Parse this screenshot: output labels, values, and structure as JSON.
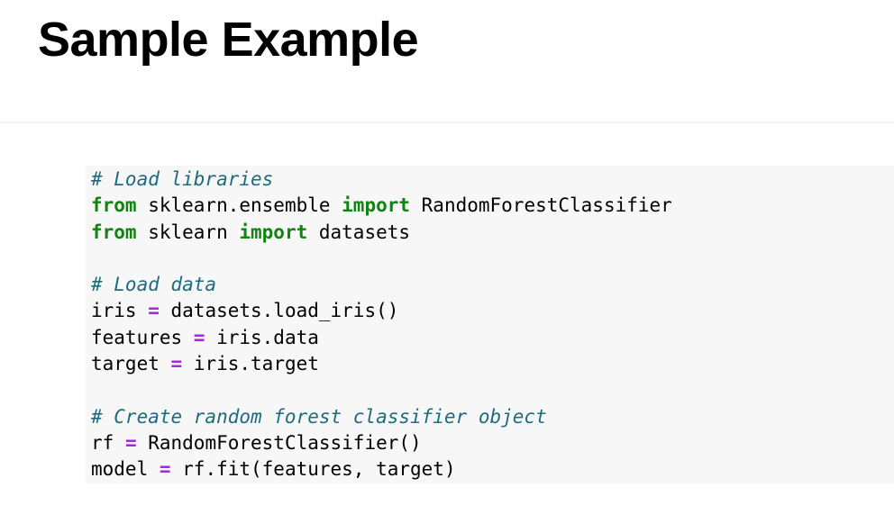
{
  "title": "Sample Example",
  "code": {
    "comment_libraries": "# Load libraries",
    "kw_from_1": "from",
    "text_sklearn_ensemble": " sklearn.ensemble ",
    "kw_import_1": "import",
    "text_rfc_import": " RandomForestClassifier",
    "kw_from_2": "from",
    "text_sklearn": " sklearn ",
    "kw_import_2": "import",
    "text_datasets": " datasets",
    "comment_data": "# Load data",
    "var_iris": "iris ",
    "op_eq_1": "=",
    "expr_load_iris": " datasets.load_iris()",
    "var_features": "features ",
    "op_eq_2": "=",
    "expr_iris_data": " iris.data",
    "var_target": "target ",
    "op_eq_3": "=",
    "expr_iris_target": " iris.target",
    "comment_create": "# Create random forest classifier object",
    "var_rf": "rf ",
    "op_eq_4": "=",
    "expr_rfc_call": " RandomForestClassifier()",
    "var_model": "model ",
    "op_eq_5": "=",
    "expr_fit": " rf.fit(features, target)"
  },
  "colors": {
    "comment": "#1d6b7e",
    "keyword": "#118311",
    "operator": "#a52ad6",
    "code_background": "#f7f7f7"
  }
}
